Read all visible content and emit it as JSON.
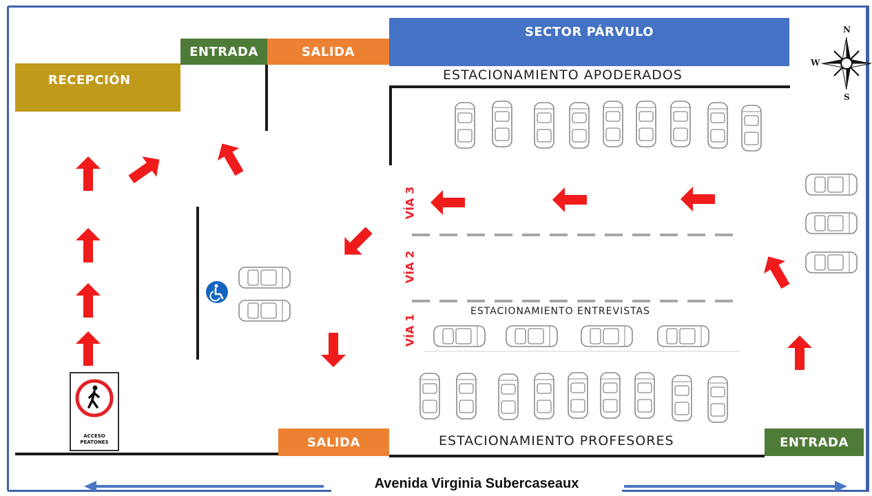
{
  "zones": {
    "reception": {
      "label": "RECEPCIÓN",
      "color": "#c09a1a"
    },
    "entrance_top": {
      "label": "ENTRADA",
      "color": "#4f7b39"
    },
    "exit_top": {
      "label": "SALIDA",
      "color": "#ec8132"
    },
    "sector_parvulo": {
      "label": "SECTOR PÁRVULO",
      "color": "#4472c4"
    },
    "exit_bottom": {
      "label": "SALIDA",
      "color": "#ec8132"
    },
    "entrance_bottom": {
      "label": "ENTRADA",
      "color": "#4f7b39"
    }
  },
  "parking": {
    "apoderados": "ESTACIONAMIENTO APODERADOS",
    "entrevistas": "ESTACIONAMIENTO ENTREVISTAS",
    "profesores": "ESTACIONAMIENTO PROFESORES"
  },
  "lanes": {
    "via1": "VÍA 1",
    "via2": "VÍA 2",
    "via3": "VÍA 3"
  },
  "compass": {
    "north": "N",
    "south": "S",
    "west": "W"
  },
  "pedestrian_sign": {
    "label": "ACCESO\nPEATONES"
  },
  "street": {
    "name": "Avenida Virginia Subercaseaux"
  },
  "colors": {
    "arrow": "#f01b1b",
    "street_arrow": "#4a76c4",
    "lane_dash": "#a6a6a6",
    "accessible": "#1565c0"
  },
  "icons": [
    "north-arrow-compass-icon",
    "accessible-parking-icon",
    "pedestrian-icon",
    "car-icon"
  ]
}
